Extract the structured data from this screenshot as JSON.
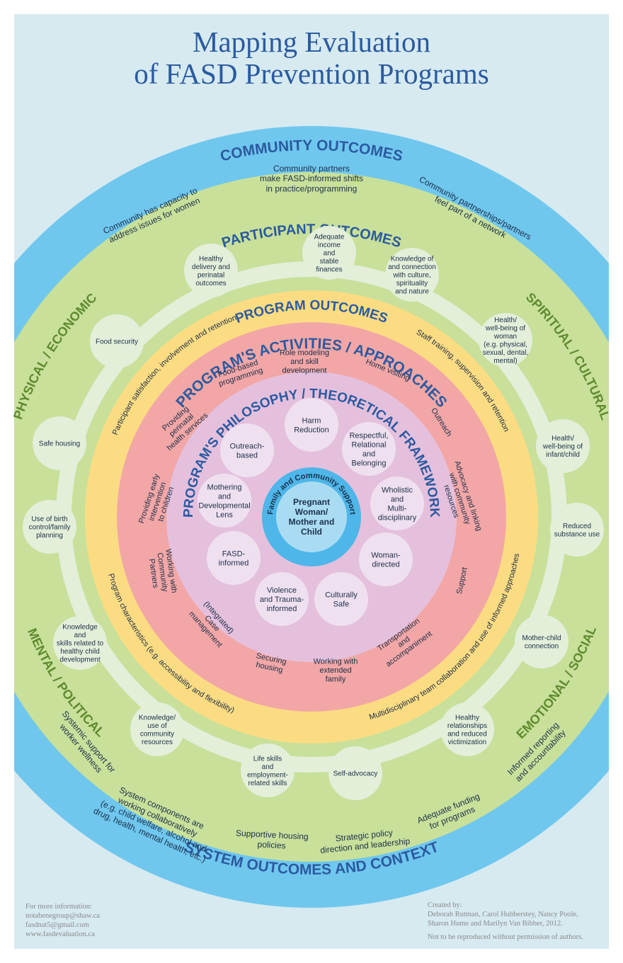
{
  "title": {
    "line1": "Mapping Evaluation",
    "line2": "of FASD Prevention Programs"
  },
  "rings": {
    "community": "COMMUNITY OUTCOMES",
    "participant": "PARTICIPANT OUTCOMES",
    "program": "PROGRAM OUTCOMES",
    "activities": "PROGRAM'S ACTIVITIES / APPROACHES",
    "philosophy": "PROGRAM'S PHILOSOPHY / THEORETICAL FRAMEWORK",
    "family": "Family and Community Support",
    "system": "SYSTEM OUTCOMES AND CONTEXT"
  },
  "center": [
    "Pregnant",
    "Woman/",
    "Mother and",
    "Child"
  ],
  "quadrants": {
    "physical": "PHYSICAL / ECONOMIC",
    "spiritual": "SPIRITUAL / CULTURAL",
    "mental": "MENTAL / POLITICAL",
    "emotional": "EMOTIONAL / SOCIAL"
  },
  "community_items": [
    [
      "Community partners",
      "make FASD-informed shifts",
      "in practice/programming"
    ],
    [
      "Community has capacity to",
      "address issues for women"
    ],
    [
      "Community partnerships/partners",
      "feel part of a network"
    ]
  ],
  "participant_nodes": [
    [
      "Adequate",
      "income",
      "and",
      "stable",
      "finances"
    ],
    [
      "Healthy",
      "delivery and",
      "perinatal",
      "outcomes"
    ],
    [
      "Knowledge of",
      "and connection",
      "with culture,",
      "spirituality",
      "and nature"
    ],
    [
      "Food security"
    ],
    [
      "Health/",
      "well-being of",
      "woman",
      "(e.g. physical,",
      "sexual, dental,",
      "mental)"
    ],
    [
      "Safe housing"
    ],
    [
      "Health/",
      "well-being of",
      "infant/child"
    ],
    [
      "Use of birth",
      "control/family",
      "planning"
    ],
    [
      "Reduced",
      "substance use"
    ],
    [
      "Knowledge",
      "and",
      "skills related to",
      "healthy child",
      "development"
    ],
    [
      "Mother-child",
      "connection"
    ],
    [
      "Knowledge/",
      "use of",
      "community",
      "resources"
    ],
    [
      "Healthy",
      "relationships",
      "and reduced",
      "victimization"
    ],
    [
      "Life skills",
      "and",
      "employment-",
      "related skills"
    ],
    [
      "Self-advocacy"
    ]
  ],
  "program_items": [
    "Participant satisfaction, involvement and retention",
    "Staff training, supervision and retention",
    "Program characteristics (e.g. accessibility and flexibility)",
    "Multidisciplinary team collaboration and use of informed approaches"
  ],
  "activity_items": [
    [
      "Role modeling",
      "and skill",
      "development"
    ],
    [
      "Food-based",
      "programming"
    ],
    [
      "Home visiting"
    ],
    [
      "Providing",
      "perinatal",
      "health services"
    ],
    [
      "Outreach"
    ],
    [
      "Providing early",
      "intervention",
      "to children"
    ],
    [
      "Advocacy and linking",
      "with community",
      "resources"
    ],
    [
      "Working with",
      "Community",
      "Partners"
    ],
    [
      "Support"
    ],
    [
      "(Integrated)",
      "Case",
      "management"
    ],
    [
      "Transportation",
      "and",
      "accompaniment"
    ],
    [
      "Securing",
      "housing"
    ],
    [
      "Working with",
      "extended",
      "family"
    ]
  ],
  "philosophy_nodes": [
    [
      "Harm",
      "Reduction"
    ],
    [
      "Outreach-",
      "based"
    ],
    [
      "Respectful,",
      "Relational",
      "and",
      "Belonging"
    ],
    [
      "Mothering",
      "and",
      "Developmental",
      "Lens"
    ],
    [
      "Wholistic",
      "and",
      "Multi-",
      "disciplinary"
    ],
    [
      "FASD-",
      "informed"
    ],
    [
      "Woman-",
      "directed"
    ],
    [
      "Violence",
      "and Trauma-",
      "informed"
    ],
    [
      "Culturally",
      "Safe"
    ]
  ],
  "system_items": [
    [
      "Systemic support for",
      "worker wellness"
    ],
    [
      "System components are",
      "working collaboratively",
      "(e.g. child welfare, alcohol and",
      "drug, health, mental health, etc.)"
    ],
    [
      "Supportive housing",
      "policies"
    ],
    [
      "Strategic policy",
      "direction and leadership"
    ],
    [
      "Adequate funding",
      "for programs"
    ],
    [
      "Informed reporting",
      "and accountability"
    ]
  ],
  "footer": {
    "left_heading": "For more information:",
    "left_lines": [
      "notabenegroup@shaw.ca",
      "fasdnat5@gmail.com",
      "www.fasdevaluation.ca"
    ],
    "right_heading": "Created by:",
    "right_lines": [
      "Deborah Rutman, Carol Hubberstey, Nancy Poole,",
      "Sharon Hume and Marilyn Van Bibber, 2012."
    ],
    "right_note": "Not to be reproduced without permission of authors."
  },
  "colors": {
    "background": "#d6eaf0",
    "title": "#2b5aa0",
    "community_ring": "#6fc7ee",
    "participant_ring": "#c8e09a",
    "program_ring": "#fcdc82",
    "activities_ring": "#f2a7a6",
    "philosophy_ring": "#e4c0dd",
    "family_ring": "#4eb6e8",
    "quadrant_text": "#5e8a2e",
    "node_fill": "#e3efd9"
  }
}
